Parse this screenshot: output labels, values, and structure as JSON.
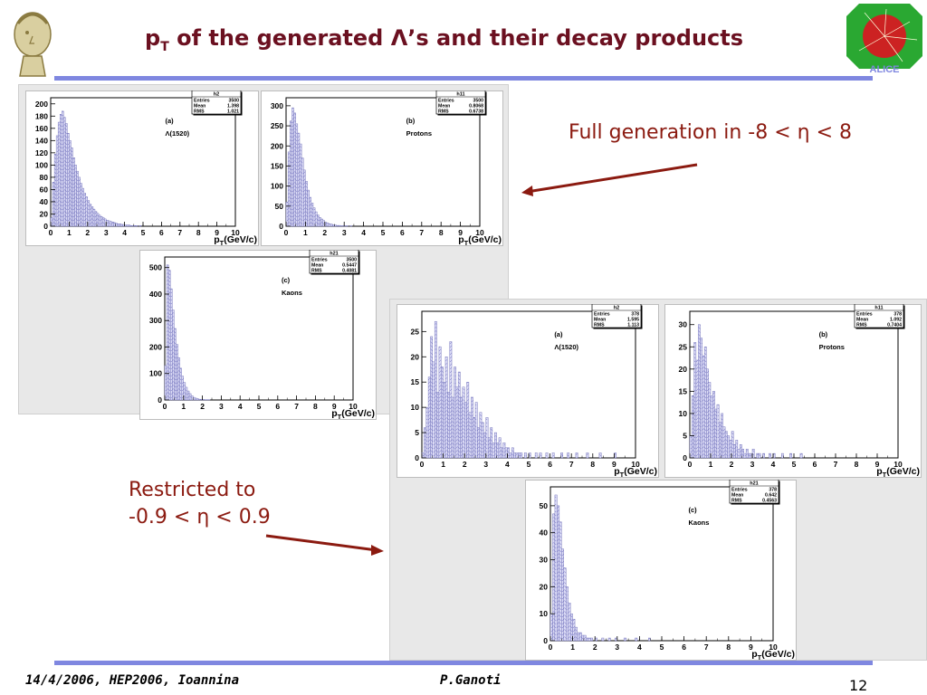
{
  "slide": {
    "title_main": "p",
    "title_sub": "T",
    "title_rest": " of the generated Λ’s and their decay products",
    "note_full": "Full generation in -8 < η < 8",
    "note_restricted_line1": "Restricted to",
    "note_restricted_line2": "-0.9 < η < 0.9",
    "footer_left": "14/4/2006, HEP2006, Ioannina",
    "footer_center": "P.Ganoti",
    "page_number": "12",
    "logo_right_text": "ALICE",
    "colors": {
      "title": "#6b1020",
      "accent_bar": "#7f87e0",
      "arrow": "#8b1a10",
      "hist_fill": "#c9c9f0",
      "hist_line": "#6060b0"
    }
  },
  "chart_data": [
    {
      "id": "full_a",
      "type": "bar",
      "stats_name": "h2",
      "entries": "3500",
      "mean": "1.398",
      "rms": "1.021",
      "label1": "(a)",
      "label2": "Λ(1520)",
      "xlabel_main": "p",
      "xlabel_sub": "T",
      "xlabel_rest": "(GeV/c)",
      "xlim": [
        0,
        10
      ],
      "ylim": [
        0,
        210
      ],
      "yticks": [
        0,
        20,
        40,
        60,
        80,
        100,
        120,
        140,
        160,
        180,
        200
      ],
      "xticks": [
        0,
        1,
        2,
        3,
        4,
        5,
        6,
        7,
        8,
        9,
        10
      ],
      "bin_width": 0.1,
      "values": [
        14,
        72,
        118,
        148,
        170,
        183,
        188,
        178,
        168,
        152,
        140,
        128,
        112,
        100,
        90,
        80,
        70,
        62,
        54,
        48,
        42,
        36,
        32,
        28,
        24,
        21,
        18,
        16,
        14,
        12,
        10,
        9,
        8,
        7,
        6,
        5,
        4,
        4,
        3,
        3,
        2,
        2,
        2,
        1,
        1,
        1,
        1,
        0,
        1,
        0
      ]
    },
    {
      "id": "full_b",
      "type": "bar",
      "stats_name": "h11",
      "entries": "3500",
      "mean": "0.8068",
      "rms": "0.6738",
      "label1": "(b)",
      "label2": "Protons",
      "xlabel_main": "p",
      "xlabel_sub": "T",
      "xlabel_rest": "(GeV/c)",
      "xlim": [
        0,
        10
      ],
      "ylim": [
        0,
        320
      ],
      "yticks": [
        0,
        50,
        100,
        150,
        200,
        250,
        300
      ],
      "xticks": [
        0,
        1,
        2,
        3,
        4,
        5,
        6,
        7,
        8,
        9,
        10
      ],
      "bin_width": 0.1,
      "values": [
        60,
        185,
        262,
        295,
        282,
        255,
        232,
        205,
        170,
        140,
        112,
        90,
        72,
        58,
        46,
        36,
        28,
        22,
        18,
        14,
        10,
        8,
        6,
        5,
        4,
        3,
        2,
        2,
        1,
        1,
        1,
        1,
        0,
        1
      ]
    },
    {
      "id": "full_c",
      "type": "bar",
      "stats_name": "h21",
      "entries": "3500",
      "mean": "0.5447",
      "rms": "0.4081",
      "label1": "(c)",
      "label2": "Kaons",
      "xlabel_main": "p",
      "xlabel_sub": "T",
      "xlabel_rest": "(GeV/c)",
      "xlim": [
        0,
        10
      ],
      "ylim": [
        0,
        540
      ],
      "yticks": [
        0,
        100,
        200,
        300,
        400,
        500
      ],
      "xticks": [
        0,
        1,
        2,
        3,
        4,
        5,
        6,
        7,
        8,
        9,
        10
      ],
      "bin_width": 0.1,
      "values": [
        130,
        510,
        490,
        420,
        340,
        270,
        210,
        160,
        120,
        90,
        66,
        48,
        34,
        24,
        16,
        10,
        7,
        5,
        3,
        2,
        2,
        1,
        1,
        1
      ]
    },
    {
      "id": "restr_a",
      "type": "bar",
      "stats_name": "h2",
      "entries": "378",
      "mean": "1.595",
      "rms": "1.113",
      "label1": "(a)",
      "label2": "Λ(1520)",
      "xlabel_main": "p",
      "xlabel_sub": "T",
      "xlabel_rest": "(GeV/c)",
      "xlim": [
        0,
        10
      ],
      "ylim": [
        0,
        29
      ],
      "yticks": [
        0,
        5,
        10,
        15,
        20,
        25
      ],
      "xticks": [
        0,
        1,
        2,
        3,
        4,
        5,
        6,
        7,
        8,
        9,
        10
      ],
      "bin_width": 0.1,
      "values": [
        1,
        6,
        10,
        16,
        24,
        19,
        27,
        13,
        22,
        18,
        15,
        20,
        13,
        23,
        12,
        18,
        14,
        17,
        12,
        14,
        11,
        15,
        9,
        12,
        8,
        11,
        6,
        9,
        7,
        5,
        8,
        4,
        6,
        3,
        5,
        3,
        4,
        2,
        3,
        2,
        2,
        1,
        2,
        1,
        1,
        1,
        1,
        0,
        1,
        0,
        1,
        0,
        0,
        1,
        0,
        1,
        0,
        0,
        1,
        0,
        0,
        1,
        0,
        0,
        0,
        1,
        0,
        0,
        1,
        0,
        0,
        0,
        1,
        0,
        0,
        0,
        0,
        1,
        0,
        0,
        0,
        0,
        0,
        1,
        0,
        0,
        0,
        0,
        0,
        0,
        1
      ]
    },
    {
      "id": "restr_b",
      "type": "bar",
      "stats_name": "h11",
      "entries": "378",
      "mean": "1.092",
      "rms": "0.7404",
      "label1": "(b)",
      "label2": "Protons",
      "xlabel_main": "p",
      "xlabel_sub": "T",
      "xlabel_rest": "(GeV/c)",
      "xlim": [
        0,
        10
      ],
      "ylim": [
        0,
        33
      ],
      "yticks": [
        0,
        5,
        10,
        15,
        20,
        25,
        30
      ],
      "xticks": [
        0,
        1,
        2,
        3,
        4,
        5,
        6,
        7,
        8,
        9,
        10
      ],
      "bin_width": 0.1,
      "values": [
        5,
        14,
        26,
        22,
        30,
        27,
        23,
        25,
        20,
        17,
        14,
        15,
        11,
        12,
        8,
        10,
        7,
        6,
        5,
        4,
        6,
        3,
        4,
        2,
        3,
        2,
        1,
        2,
        1,
        1,
        2,
        0,
        1,
        1,
        0,
        1,
        0,
        0,
        1,
        0,
        1,
        0,
        0,
        0,
        1,
        0,
        0,
        0,
        1,
        0,
        0,
        0,
        0,
        1
      ]
    },
    {
      "id": "restr_c",
      "type": "bar",
      "stats_name": "h21",
      "entries": "378",
      "mean": "0.642",
      "rms": "0.4563",
      "label1": "(c)",
      "label2": "Kaons",
      "xlabel_main": "p",
      "xlabel_sub": "T",
      "xlabel_rest": "(GeV/c)",
      "xlim": [
        0,
        10
      ],
      "ylim": [
        0,
        57
      ],
      "yticks": [
        0,
        10,
        20,
        30,
        40,
        50
      ],
      "xticks": [
        0,
        1,
        2,
        3,
        4,
        5,
        6,
        7,
        8,
        9,
        10
      ],
      "bin_width": 0.1,
      "values": [
        10,
        47,
        54,
        50,
        44,
        34,
        27,
        20,
        14,
        10,
        8,
        5,
        3,
        3,
        2,
        2,
        1,
        1,
        1,
        0,
        1,
        0,
        0,
        1,
        0,
        0,
        1,
        0,
        0,
        1,
        0,
        0,
        0,
        1,
        0,
        0,
        0,
        0,
        1,
        0,
        0,
        0,
        0,
        0,
        1
      ]
    }
  ]
}
